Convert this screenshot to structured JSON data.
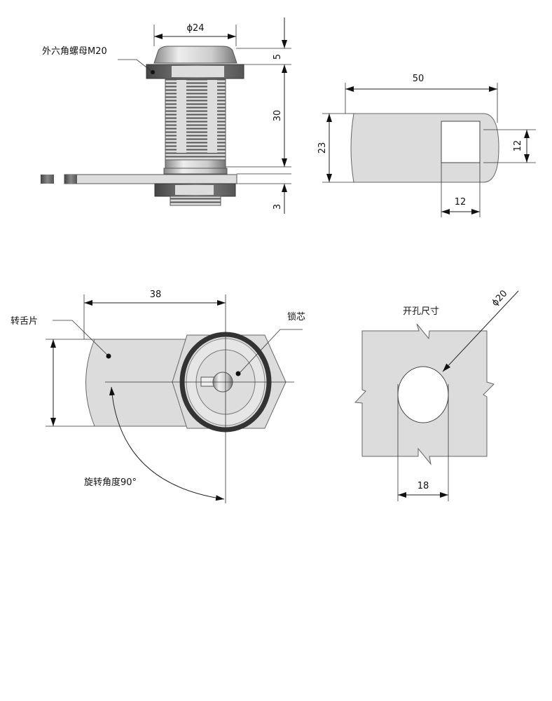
{
  "side_view": {
    "nut_label": "外六角螺母M20",
    "dim_diameter": "ϕ24",
    "dim_cap": "5",
    "dim_body": "30",
    "dim_tongue": "3"
  },
  "tongue_view": {
    "dim_length": "50",
    "dim_width": "23",
    "dim_square_h": "12",
    "dim_square_w": "12"
  },
  "front_view": {
    "tongue_label": "转舌片",
    "core_label": "锁芯",
    "dim_center": "38",
    "rotation_label": "旋转角度90°"
  },
  "cutout_view": {
    "title": "开孔尺寸",
    "dim_diameter": "ϕ20",
    "dim_width": "18"
  },
  "colors": {
    "part": "#dcdcdc",
    "dark": "#555555",
    "line": "#222222"
  }
}
